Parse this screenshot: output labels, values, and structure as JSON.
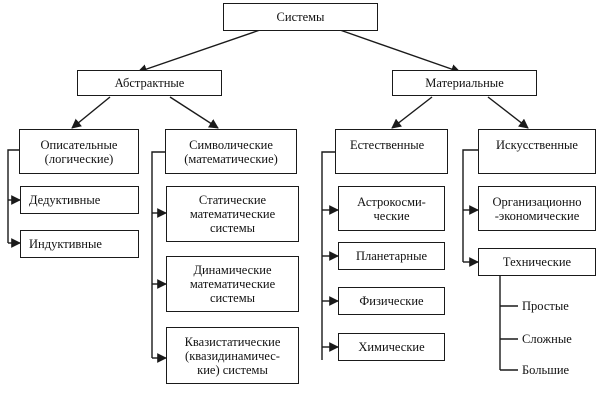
{
  "colors": {
    "line": "#1a1a1a",
    "box_border": "#1a1a1a",
    "background": "#ffffff",
    "text": "#111111"
  },
  "nodes": {
    "root": "Системы",
    "abstract": "Абстрактные",
    "material": "Материальные",
    "descriptive": "Описательные\n(логические)",
    "deductive": "Дедуктивные",
    "inductive": "Индуктивные",
    "symbolic": "Символические\n(математические)",
    "static": "Статические\nматематические\nсистемы",
    "dynamic": "Динамические\nматематические\nсистемы",
    "quasistatic": "Квазистатические\n(квазидинамичес-\nкие) системы",
    "natural": "Естественные",
    "astro": "Астрокосми-\nческие",
    "planetary": "Планетарные",
    "physical": "Физические",
    "chemical": "Химические",
    "artificial": "Искусственные",
    "organizational": "Организационно\n-экономические",
    "technical": "Технические",
    "simple": "Простые",
    "complex": "Сложные",
    "large": "Большие"
  }
}
